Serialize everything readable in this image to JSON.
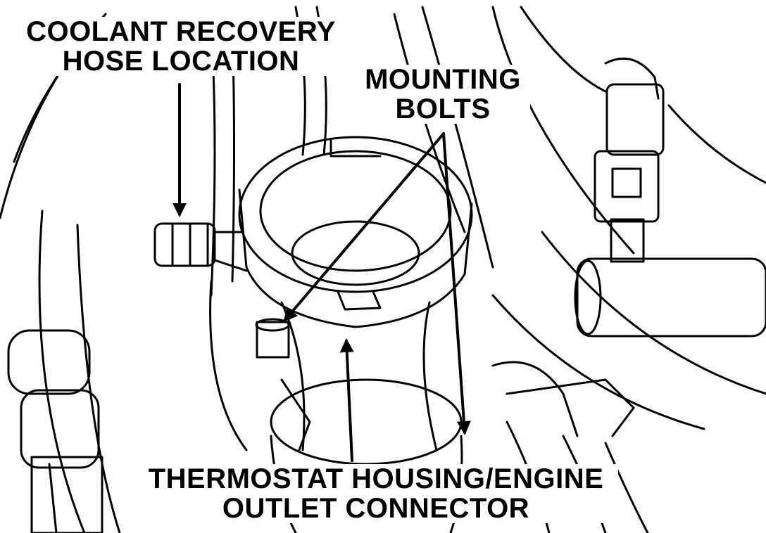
{
  "labels": {
    "coolant_line1": "COOLANT RECOVERY",
    "coolant_line2": "HOSE LOCATION",
    "bolts_line1": "MOUNTING",
    "bolts_line2": "BOLTS",
    "thermo_line1": "THERMOSTAT HOUSING/ENGINE",
    "thermo_line2": "OUTLET CONNECTOR"
  },
  "colors": {
    "ink": "#000000",
    "paper": "#ffffff"
  }
}
